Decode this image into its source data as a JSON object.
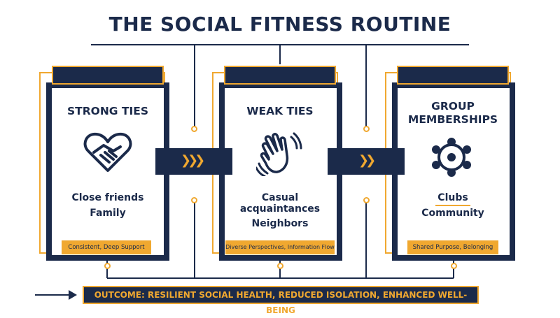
{
  "title": "THE SOCIAL FITNESS ROUTINE",
  "panels": [
    {
      "heading": "STRONG TIES",
      "icon": "handshake-heart-icon",
      "lines": [
        "Close friends",
        "Family"
      ],
      "tag": "Consistent, Deep Support"
    },
    {
      "heading": "WEAK TIES",
      "icon": "waving-hand-icon",
      "lines": [
        "Casual",
        "acquaintances",
        "Neighbors"
      ],
      "tag": "Diverse Perspectives, Information Flow"
    },
    {
      "heading_lines": [
        "GROUP",
        "MEMBERSHIPS"
      ],
      "icon": "group-circle-icon",
      "lines": [
        "Clubs",
        "Community"
      ],
      "tag": "Shared Purpose, Belonging"
    }
  ],
  "arrows": [
    "chevron-right-icon",
    "chevron-right-icon"
  ],
  "outcome": "OUTCOME: RESILIENT SOCIAL HEALTH, REDUCED ISOLATION, ENHANCED WELL-BEING",
  "colors": {
    "navy": "#1b2a4a",
    "gold": "#f0a830",
    "background": "#ffffff"
  }
}
